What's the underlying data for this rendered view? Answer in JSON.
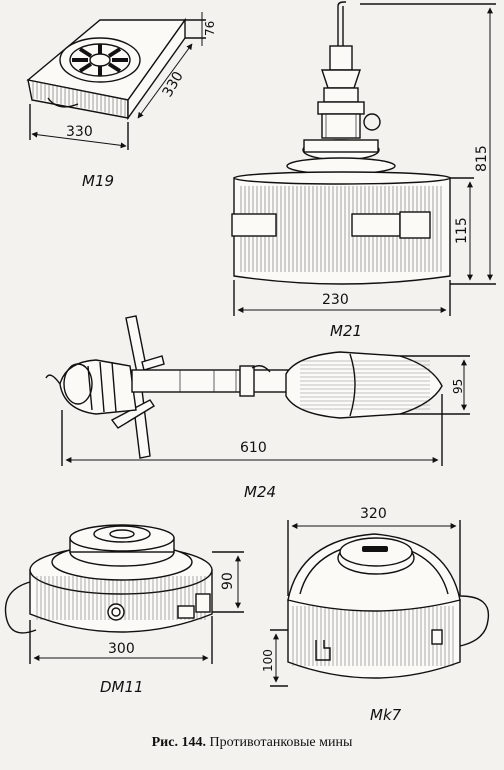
{
  "figure": {
    "caption_prefix": "Рис. 144.",
    "caption_text": "Противотанковые мины"
  },
  "mines": {
    "m19": {
      "label": "M19",
      "dim_width": "330",
      "dim_depth": "330",
      "dim_height": "76"
    },
    "m21": {
      "label": "M21",
      "dim_total_height": "815",
      "dim_body_height": "115",
      "dim_diameter": "230"
    },
    "m24": {
      "label": "M24",
      "dim_length": "610",
      "dim_diameter": "95"
    },
    "dm11": {
      "label": "DM11",
      "dim_diameter": "300",
      "dim_height": "90"
    },
    "mk7": {
      "label": "Mk7",
      "dim_diameter": "320",
      "dim_height": "100"
    }
  }
}
